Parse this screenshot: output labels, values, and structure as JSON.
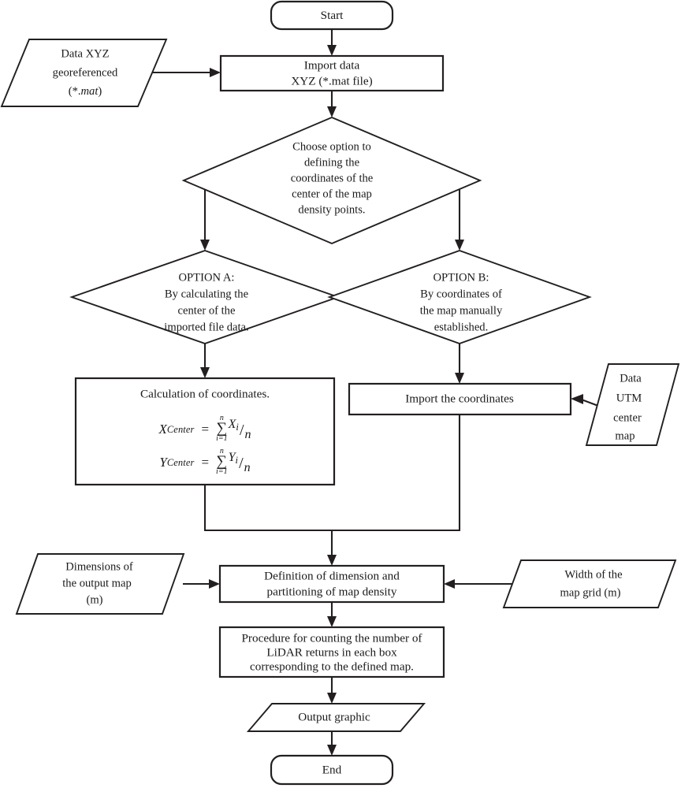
{
  "diagram": {
    "title": "LiDAR point density map processing flowchart",
    "type": "flowchart",
    "background_color": "#ffffff",
    "line_color": "#231f20",
    "text_color": "#1a1a1a"
  },
  "nodes": {
    "start": {
      "shape": "terminator",
      "label": "Start"
    },
    "data_xyz": {
      "shape": "parallelogram-input",
      "lines": [
        "Data XYZ",
        "georeferenced",
        "(*.mat)"
      ],
      "line1": "Data XYZ",
      "line2": "georeferenced",
      "line3_prefix": "(*.",
      "line3_italic": "mat",
      "line3_suffix": ")"
    },
    "import_data": {
      "shape": "process",
      "line1": "Import data",
      "line2": "XYZ (*.mat file)"
    },
    "choose_option": {
      "shape": "decision",
      "line1": "Choose option to",
      "line2": "defining the",
      "line3": "coordinates of the",
      "line4": "center of the map",
      "line5": "density points."
    },
    "option_a": {
      "shape": "decision",
      "line1": "OPTION A:",
      "line2": "By calculating the",
      "line3": "center of the",
      "line4": "imported file data."
    },
    "option_b": {
      "shape": "decision",
      "line1": "OPTION B:",
      "line2": "By coordinates of",
      "line3": "the map  manually",
      "line4": "established."
    },
    "calculation": {
      "shape": "process",
      "title": "Calculation of coordinates.",
      "formulas": [
        {
          "lhs_var": "X",
          "lhs_sub": "Center",
          "eq": "=",
          "sum_top": "n",
          "sum_symbol": "∑",
          "sum_bottom": "i=1",
          "numerator_var": "X",
          "numerator_sub": "i",
          "slash": "/",
          "denominator": "n"
        },
        {
          "lhs_var": "Y",
          "lhs_sub": "Center",
          "eq": "=",
          "sum_top": "n",
          "sum_symbol": "∑",
          "sum_bottom": "i=1",
          "numerator_var": "Y",
          "numerator_sub": "i",
          "slash": "/",
          "denominator": "n"
        }
      ]
    },
    "import_coordinates": {
      "shape": "process",
      "label": "Import the coordinates"
    },
    "data_utm": {
      "shape": "parallelogram-input",
      "line1": "Data",
      "line2": "UTM",
      "line3": "center",
      "line4": "map"
    },
    "dimensions_output": {
      "shape": "parallelogram-input",
      "line1": "Dimensions of",
      "line2": "the output map",
      "line3": "(m)"
    },
    "width_grid": {
      "shape": "parallelogram-input",
      "line1": "Width of the",
      "line2": "map grid (m)"
    },
    "definition_dimension": {
      "shape": "process",
      "line1": "Definition of dimension and",
      "line2": "partitioning  of map density"
    },
    "procedure_counting": {
      "shape": "process",
      "line1": "Procedure for counting the number of",
      "line2": "LiDAR returns in each box",
      "line3": "corresponding to the defined map."
    },
    "output_graphic": {
      "shape": "parallelogram-output",
      "label": "Output graphic"
    },
    "end": {
      "shape": "terminator",
      "label": "End"
    }
  },
  "edges": [
    {
      "from": "start",
      "to": "import_data",
      "direction": "down"
    },
    {
      "from": "data_xyz",
      "to": "import_data",
      "direction": "right"
    },
    {
      "from": "import_data",
      "to": "choose_option",
      "direction": "down"
    },
    {
      "from": "choose_option",
      "to": "option_a",
      "direction": "left-then-down"
    },
    {
      "from": "choose_option",
      "to": "option_b",
      "direction": "right-then-down"
    },
    {
      "from": "option_a",
      "to": "calculation",
      "direction": "down"
    },
    {
      "from": "option_b",
      "to": "import_coordinates",
      "direction": "down"
    },
    {
      "from": "data_utm",
      "to": "import_coordinates",
      "direction": "left"
    },
    {
      "from": "calculation",
      "to": "definition_dimension",
      "direction": "down-merge"
    },
    {
      "from": "import_coordinates",
      "to": "definition_dimension",
      "direction": "down-merge"
    },
    {
      "from": "dimensions_output",
      "to": "definition_dimension",
      "direction": "right"
    },
    {
      "from": "width_grid",
      "to": "definition_dimension",
      "direction": "left"
    },
    {
      "from": "definition_dimension",
      "to": "procedure_counting",
      "direction": "down"
    },
    {
      "from": "procedure_counting",
      "to": "output_graphic",
      "direction": "down"
    },
    {
      "from": "output_graphic",
      "to": "end",
      "direction": "down"
    }
  ]
}
